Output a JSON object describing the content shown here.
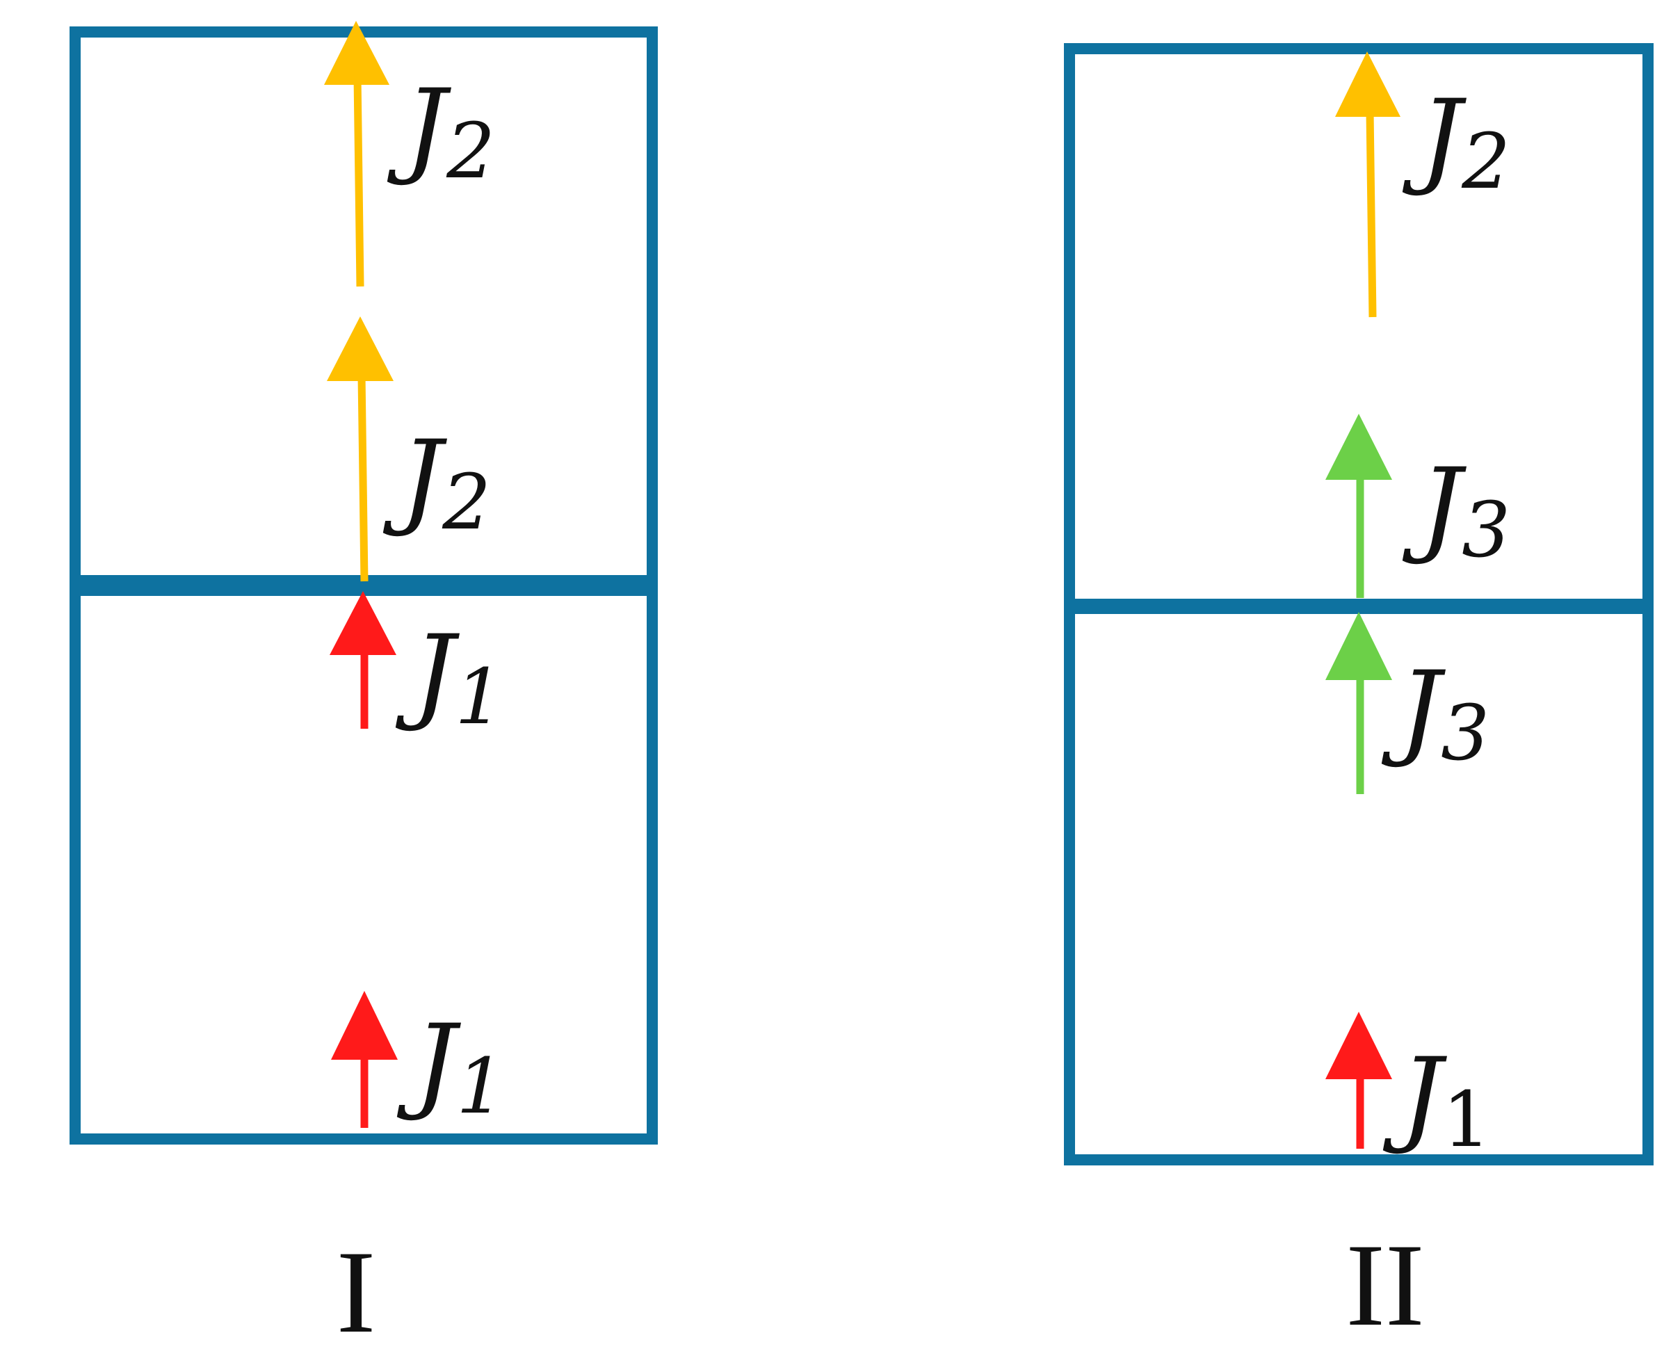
{
  "colors": {
    "frame": "#0e72a0",
    "current_j1": "#ff1a1a",
    "current_j2": "#ffc000",
    "current_j3": "#6cd048",
    "text": "#111111"
  },
  "panels": [
    {
      "label": "I",
      "top_cell": {
        "arrows": [
          {
            "kind": "J2",
            "symbol": "J",
            "subscript": "2"
          },
          {
            "kind": "J2",
            "symbol": "J",
            "subscript": "2"
          }
        ]
      },
      "bottom_cell": {
        "arrows": [
          {
            "kind": "J1",
            "symbol": "J",
            "subscript": "1"
          },
          {
            "kind": "J1",
            "symbol": "J",
            "subscript": "1"
          }
        ]
      }
    },
    {
      "label": "II",
      "top_cell": {
        "arrows": [
          {
            "kind": "J2",
            "symbol": "J",
            "subscript": "2"
          },
          {
            "kind": "J3",
            "symbol": "J",
            "subscript": "3"
          }
        ]
      },
      "bottom_cell": {
        "arrows": [
          {
            "kind": "J3",
            "symbol": "J",
            "subscript": "3"
          },
          {
            "kind": "J1",
            "symbol": "J",
            "subscript": "1"
          }
        ]
      }
    }
  ]
}
